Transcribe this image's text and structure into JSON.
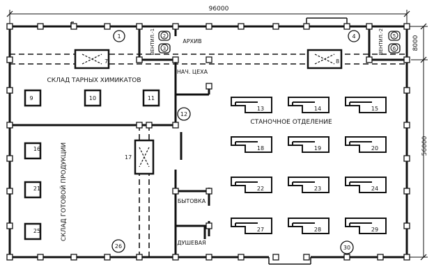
{
  "dimensions": {
    "width": "96000",
    "height": "56000",
    "bay": "8000"
  },
  "rooms": {
    "archive": "АРХИВ",
    "vent1": "ВЕНТИЛ.-1",
    "vent2": "ВЕНТИЛ.-2",
    "head": "НАЧ. ЦЕХА",
    "chem_store": "СКЛАД ТАРНЫХ ХИМИКАТОВ",
    "machine_dept": "СТАНОЧНОЕ ОТДЕЛЕНИЕ",
    "product_store": "СКЛАД ГОТОВОЙ ПРОДУКЦИИ",
    "utility": "БЫТОВКА",
    "shower": "ДУШЕВАЯ"
  },
  "numbers": {
    "n1": "1",
    "n2": "2",
    "n3": "3",
    "n4": "4",
    "n5": "5",
    "n6": "6",
    "n7": "7",
    "n8": "8",
    "n9": "9",
    "n10": "10",
    "n11": "11",
    "n12": "12",
    "n13": "13",
    "n14": "14",
    "n15": "15",
    "n16": "16",
    "n17": "17",
    "n18": "18",
    "n19": "19",
    "n20": "20",
    "n21": "21",
    "n22": "22",
    "n23": "23",
    "n24": "24",
    "n25": "25",
    "n26": "26",
    "n27": "27",
    "n28": "28",
    "n29": "29",
    "n30": "30"
  }
}
